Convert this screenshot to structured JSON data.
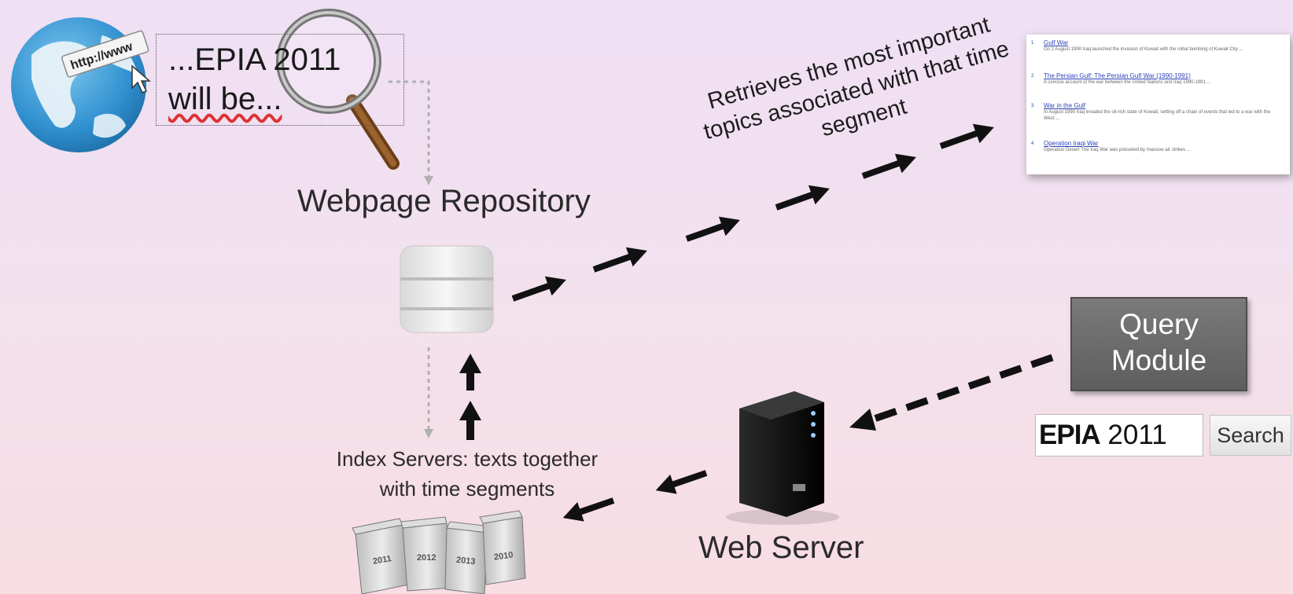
{
  "note": {
    "line1": "...EPIA 2011",
    "line2": "will be..."
  },
  "globe": {
    "url_text": "http://www"
  },
  "labels": {
    "webpage_repository": "Webpage Repository",
    "retrieves_line1": "Retrieves the most important",
    "retrieves_line2": "topics associated with that time",
    "retrieves_line3": "segment",
    "index_servers_line1": "Index Servers: texts together",
    "index_servers_line2": "with time segments",
    "web_server": "Web Server"
  },
  "query_module": {
    "line1": "Query",
    "line2": "Module"
  },
  "search": {
    "value_bold": "EPIA",
    "value_rest": " 2011",
    "button_label": "Search"
  },
  "results": [
    {
      "num": "1",
      "title": "Gulf War",
      "snippet": "On 2 August 1990 Iraq launched the invasion of Kuwait with the initial bombing of Kuwait City ..."
    },
    {
      "num": "2",
      "title": "The Persian Gulf: The Persian Gulf War (1990-1991)",
      "snippet": "A concise account of the war between the United Nations and Iraq 1990-1991 ..."
    },
    {
      "num": "3",
      "title": "War in the Gulf",
      "snippet": "In August 1990 Iraq invaded the oil-rich state of Kuwait, setting off a chain of events that led to a war with the West ..."
    },
    {
      "num": "4",
      "title": "Operation Iraqi War",
      "snippet": "Operation Desert The Iraq War was preceded by massive air strikes ..."
    }
  ],
  "index_servers": [
    "2011",
    "2012",
    "2013",
    "2010"
  ],
  "colors": {
    "arrow": "#111111",
    "dotted_arrow": "#b0b0b0",
    "globe_water": "#3fa0d8",
    "globe_land": "#e8f2f8",
    "link": "#2b44b8"
  }
}
